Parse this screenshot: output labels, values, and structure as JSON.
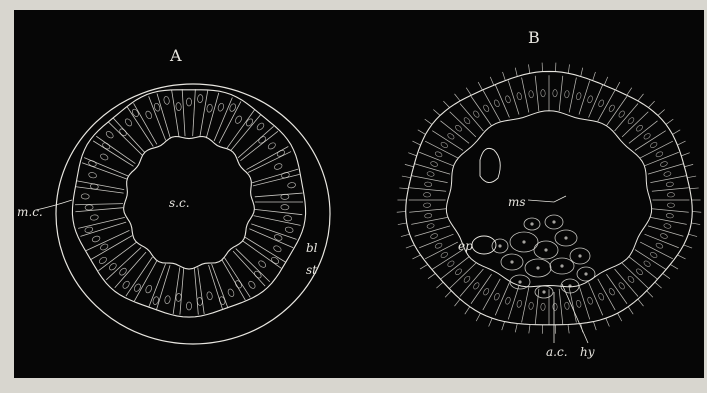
{
  "figure": {
    "panel_a": {
      "letter": "A",
      "labels": {
        "center": "s.c.",
        "left": "m.c.",
        "bl": "bl",
        "st": "st"
      }
    },
    "panel_b": {
      "letter": "B",
      "labels": {
        "ms": "ms",
        "ep": "ep",
        "ac": "a.c.",
        "hy": "hy"
      }
    },
    "colors": {
      "background": "#060606",
      "border": "#d8d6cf",
      "ink": "#e8e6e0"
    }
  }
}
